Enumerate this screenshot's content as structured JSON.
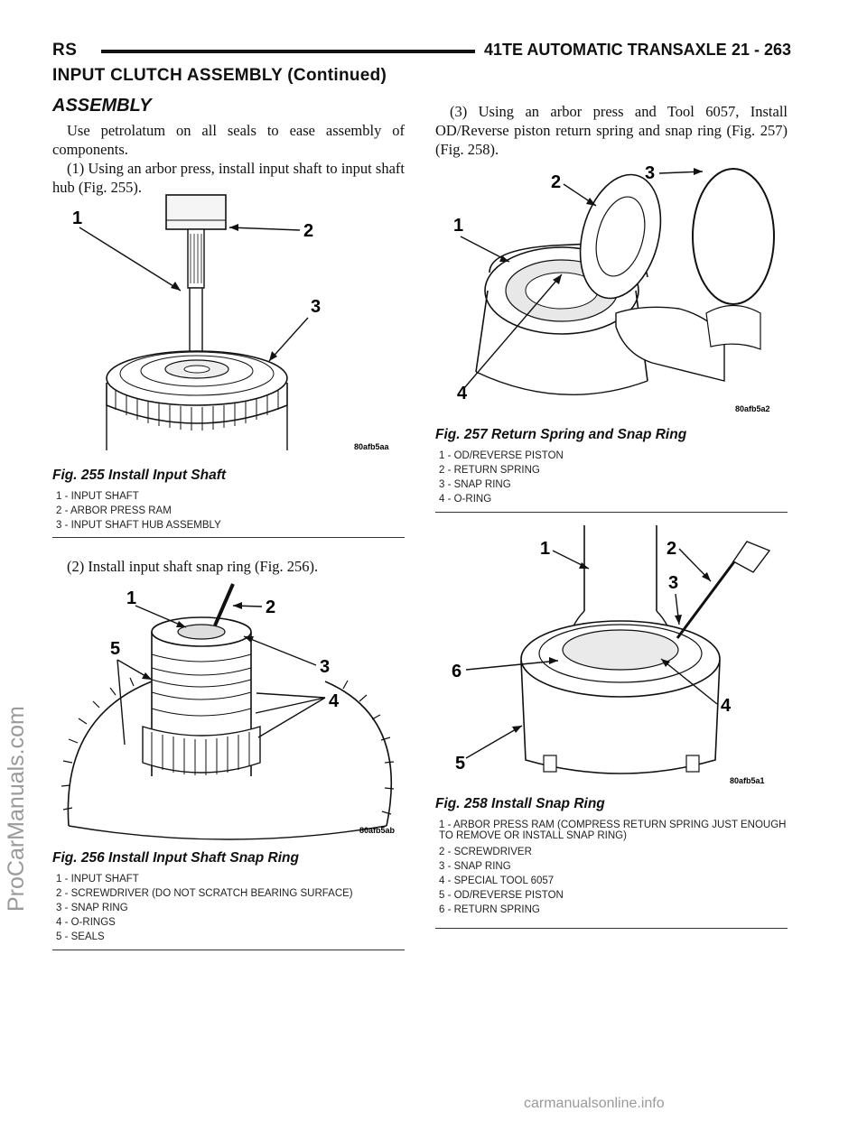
{
  "header": {
    "left": "RS",
    "title": "41TE AUTOMATIC TRANSAXLE",
    "page": "21 - 263"
  },
  "section_title": "INPUT CLUTCH ASSEMBLY (Continued)",
  "heading": "ASSEMBLY",
  "paragraphs": {
    "p1": "Use petrolatum on all seals to ease assembly of components.",
    "p2": "(1) Using an arbor press, install input shaft to input shaft hub (Fig. 255).",
    "p3": "(2) Install input shaft snap ring (Fig. 256).",
    "p4": "(3) Using an arbor press and Tool 6057, Install OD/Reverse piston return spring and snap ring (Fig. 257) (Fig. 258)."
  },
  "figures": {
    "fig255": {
      "code": "80afb5aa",
      "caption": "Fig. 255 Install Input Shaft",
      "callouts": [
        "1",
        "2",
        "3"
      ],
      "legend": [
        "1 - INPUT SHAFT",
        "2 - ARBOR PRESS RAM",
        "3 - INPUT SHAFT HUB ASSEMBLY"
      ]
    },
    "fig256": {
      "code": "80afb5ab",
      "caption": "Fig. 256 Install Input Shaft Snap Ring",
      "callouts": [
        "1",
        "2",
        "3",
        "4",
        "5"
      ],
      "legend": [
        "1 - INPUT SHAFT",
        "2 - SCREWDRIVER (DO NOT SCRATCH BEARING SURFACE)",
        "3 - SNAP RING",
        "4 - O-RINGS",
        "5 - SEALS"
      ]
    },
    "fig257": {
      "code": "80afb5a2",
      "caption": "Fig. 257 Return Spring and Snap Ring",
      "callouts": [
        "1",
        "2",
        "3",
        "4"
      ],
      "legend": [
        "1 - OD/REVERSE PISTON",
        "2 - RETURN SPRING",
        "3 - SNAP RING",
        "4 - O-RING"
      ]
    },
    "fig258": {
      "code": "80afb5a1",
      "caption": "Fig. 258 Install Snap Ring",
      "callouts": [
        "1",
        "2",
        "3",
        "4",
        "5",
        "6"
      ],
      "legend": [
        "1 - ARBOR PRESS RAM (COMPRESS RETURN SPRING JUST ENOUGH TO REMOVE OR INSTALL SNAP RING)",
        "2 - SCREWDRIVER",
        "3 - SNAP RING",
        "4 - SPECIAL TOOL 6057",
        "5 - OD/REVERSE PISTON",
        "6 - RETURN SPRING"
      ]
    }
  },
  "watermark": "ProCarManuals.com",
  "footer": "carmanualsonline.info"
}
